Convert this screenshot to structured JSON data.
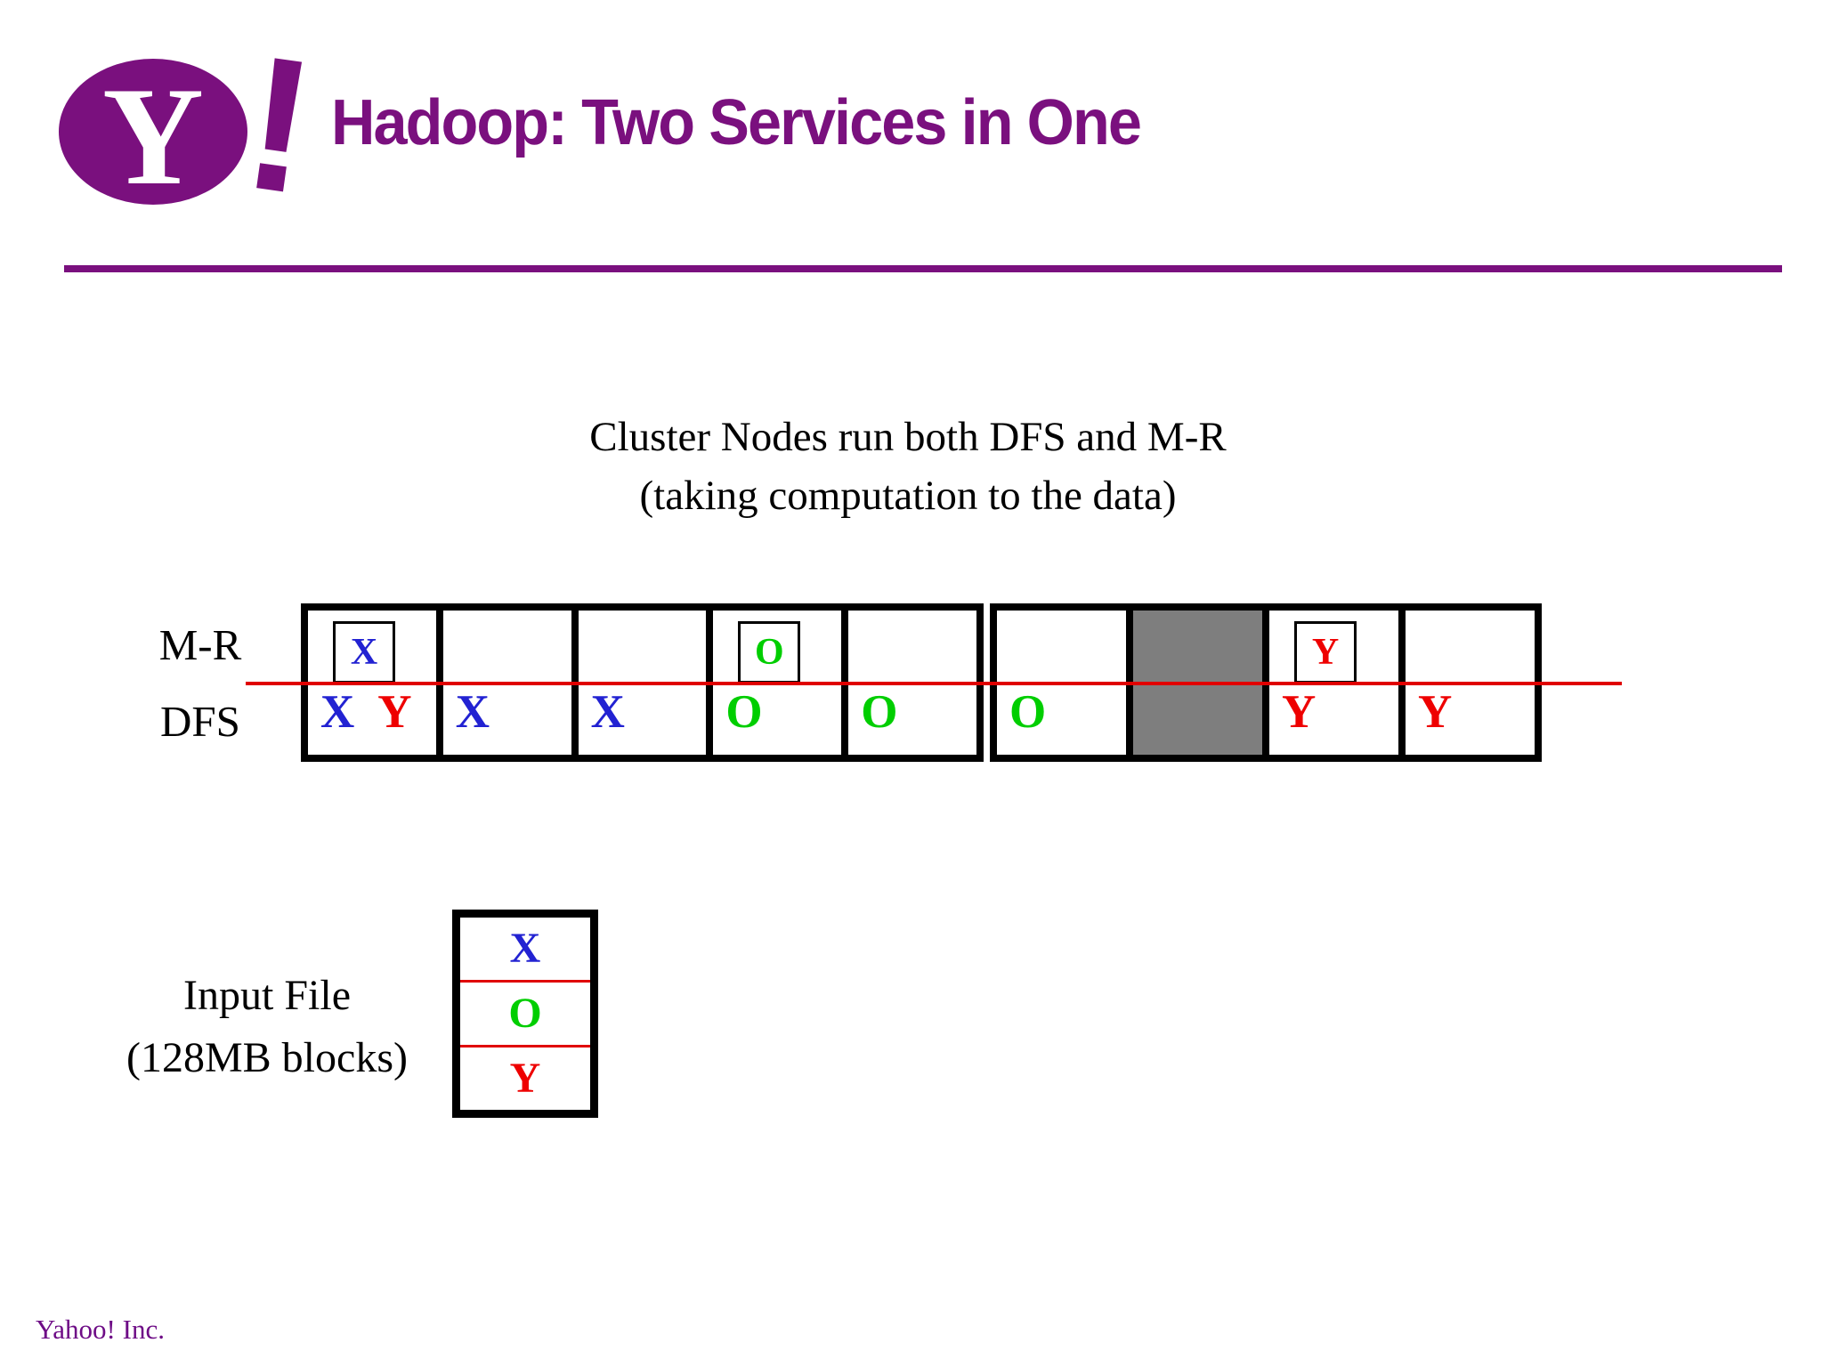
{
  "slide": {
    "title": "Hadoop: Two Services in One",
    "logo": {
      "y": "Y",
      "exclaim": "!"
    },
    "caption_line1": "Cluster Nodes run both DFS and M-R",
    "caption_line2": "(taking computation to the data)",
    "footer": "Yahoo! Inc."
  },
  "diagram": {
    "left_labels": {
      "top": "M-R",
      "bottom": "DFS"
    },
    "node_groups": [
      {
        "nodes": [
          {
            "mr_task": {
              "letter": "X",
              "color": "blue"
            },
            "dfs_blocks": [
              {
                "letter": "X",
                "color": "blue"
              },
              {
                "letter": "Y",
                "color": "red"
              }
            ]
          },
          {
            "dfs_blocks": [
              {
                "letter": "X",
                "color": "blue"
              }
            ]
          },
          {
            "dfs_blocks": [
              {
                "letter": "X",
                "color": "blue"
              }
            ]
          },
          {
            "mr_task": {
              "letter": "O",
              "color": "green"
            },
            "dfs_blocks": [
              {
                "letter": "O",
                "color": "green"
              }
            ]
          },
          {
            "dfs_blocks": [
              {
                "letter": "O",
                "color": "green"
              }
            ]
          }
        ]
      },
      {
        "nodes": [
          {
            "dfs_blocks": [
              {
                "letter": "O",
                "color": "green"
              }
            ]
          },
          {
            "filled": true
          },
          {
            "mr_task": {
              "letter": "Y",
              "color": "red"
            },
            "dfs_blocks": [
              {
                "letter": "Y",
                "color": "red"
              }
            ]
          },
          {
            "dfs_blocks": [
              {
                "letter": "Y",
                "color": "red"
              }
            ]
          }
        ]
      }
    ]
  },
  "input_file": {
    "label_line1": "Input File",
    "label_line2": "(128MB blocks)",
    "blocks": [
      {
        "letter": "X",
        "color": "blue"
      },
      {
        "letter": "O",
        "color": "green"
      },
      {
        "letter": "Y",
        "color": "red"
      }
    ]
  },
  "colors": {
    "purple": "#7A107E",
    "footer_purple": "#6E0C86",
    "blue": "#2222D2",
    "green": "#00CE00",
    "red": "#EE0000",
    "line_red": "#E00000",
    "gray": "#7E7E7E"
  }
}
